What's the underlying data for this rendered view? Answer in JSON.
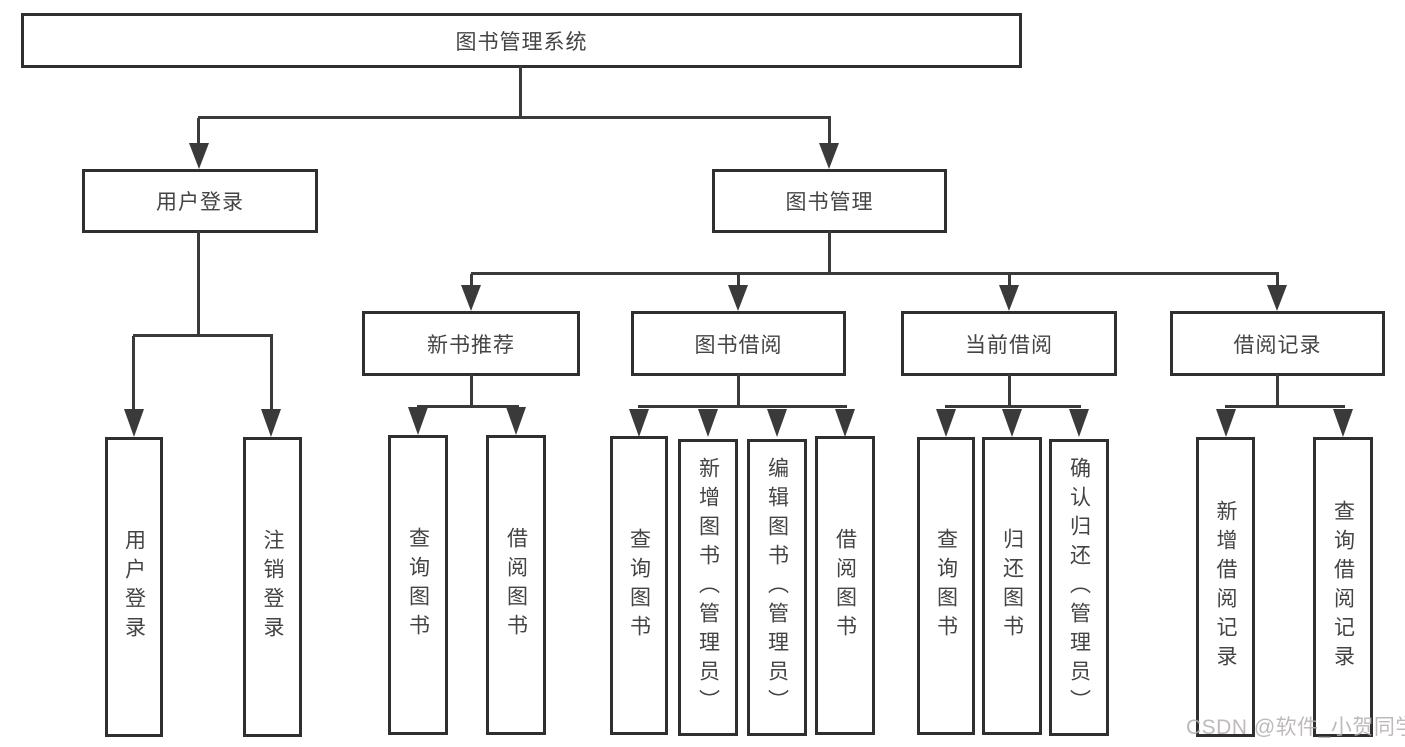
{
  "diagram": {
    "title": "图书管理系统",
    "level2": {
      "user_login": "用户登录",
      "book_management": "图书管理"
    },
    "level3": {
      "new_book_recommend": "新书推荐",
      "book_borrow": "图书借阅",
      "current_borrow": "当前借阅",
      "borrow_records": "借阅记录"
    },
    "leaves": {
      "user_login": "用户登录",
      "logout": "注销登录",
      "recommend_query": "查询图书",
      "recommend_borrow": "借阅图书",
      "borrow_query": "查询图书",
      "borrow_add": "新增图书（管理员）",
      "borrow_edit": "编辑图书（管理员）",
      "borrow_borrow": "借阅图书",
      "current_query": "查询图书",
      "current_return": "归还图书",
      "current_confirm": "确认归还（管理员）",
      "records_add": "新增借阅记录",
      "records_query": "查询借阅记录"
    }
  },
  "watermark": "CSDN @软件_小贺同学",
  "colors": {
    "line": "#3a3a3a",
    "box_border": "#2f2f2f",
    "text": "#444444",
    "watermark": "#b3aeae",
    "background": "#ffffff"
  }
}
